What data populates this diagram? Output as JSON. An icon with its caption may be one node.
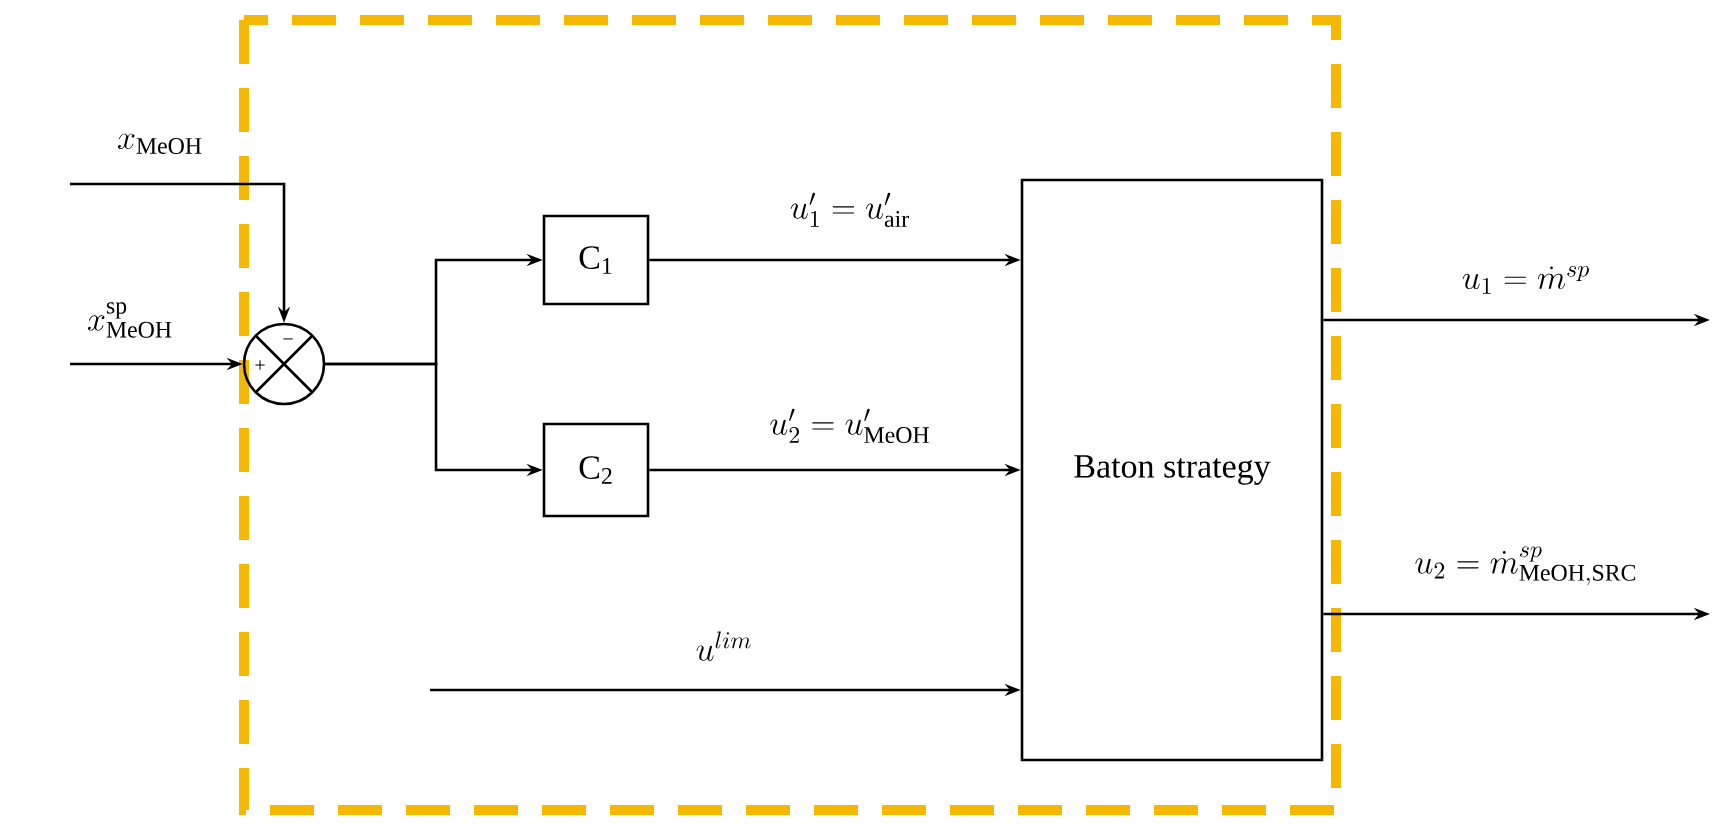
{
  "diagram": {
    "nodes": [
      {
        "text": [
          "+",
          "−"
        ]
      },
      {
        "text": [
          "C$_{1}$"
        ]
      },
      {
        "text": [
          "C$_{2}$"
        ]
      },
      {
        "text": [
          "Baton strategy"
        ]
      }
    ],
    "edges": [
      {
        "from": null,
        "to": 0,
        "arrow": "to",
        "label": "x_{\\mathrm{MeOH}}"
      },
      {
        "from": null,
        "to": 0,
        "arrow": "to",
        "label": "x^{\\mathrm{sp}}_{\\mathrm{MeOH}}"
      },
      {
        "from": 0,
        "to": 1,
        "arrow": "to"
      },
      {
        "from": 0,
        "to": 2,
        "arrow": "to"
      },
      {
        "from": 1,
        "to": 3,
        "arrow": "to",
        "label": "u'_1 = u'_{\\mathrm{air}}"
      },
      {
        "from": 2,
        "to": 3,
        "arrow": "to",
        "label": "u'_2 = u'_{\\mathrm{MeOH}}"
      },
      {
        "from": null,
        "to": 3,
        "arrow": "to",
        "label": "u^{lim}"
      },
      {
        "from": 3,
        "to": null,
        "arrow": "to",
        "label": "u_1 = \\dot{m}^{sp}"
      },
      {
        "from": 3,
        "to": null,
        "arrow": "to",
        "label": "u_2 = \\dot{m}^{sp}_{\\mathrm{MeOH,SRC}}"
      }
    ]
  }
}
